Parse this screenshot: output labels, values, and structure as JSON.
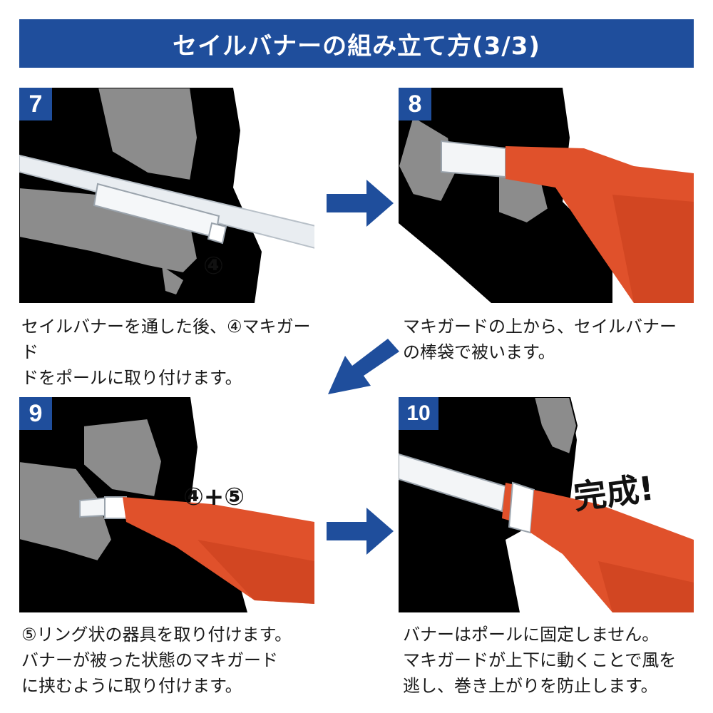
{
  "header": {
    "title": "セイルバナーの組み立て方(3/3)"
  },
  "colors": {
    "accent": "#1f4e9c",
    "banner": "#e0512b",
    "pole": "#e9edf1",
    "hand": "#8c8c8c"
  },
  "steps": [
    {
      "number": "7",
      "caption": "セイルバナーを通した後、④マキガード\nドをポールに取り付けます。",
      "label": "④"
    },
    {
      "number": "8",
      "caption": "マキガードの上から、セイルバナー\nの棒袋で被います。"
    },
    {
      "number": "9",
      "caption": "⑤リング状の器具を取り付けます。\nバナーが被った状態のマキガード\nに挟むように取り付けます。",
      "label": "④+⑤"
    },
    {
      "number": "10",
      "caption": "バナーはポールに固定しません。\nマキガードが上下に動くことで風を\n逃し、巻き上がりを防止します。",
      "label": "完成!"
    }
  ],
  "icons": {
    "arrow": "arrow-right-icon",
    "diagonal": "arrow-down-left-icon"
  }
}
